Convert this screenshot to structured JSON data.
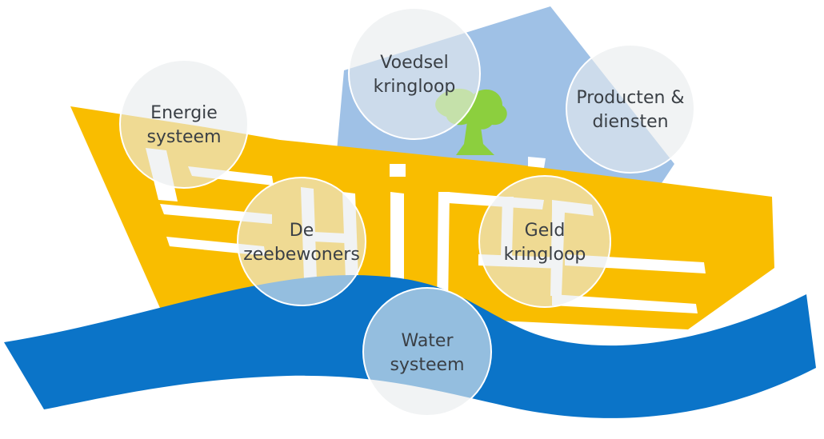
{
  "colors": {
    "boat": "#F9BD00",
    "house": "#9FC1E6",
    "tree": "#8CCF3E",
    "wave": "#0B74C8",
    "circle_fill": "#E9EBED",
    "circle_stroke": "#FFFFFF",
    "text": "#3A3F45"
  },
  "circles": [
    {
      "id": "energie",
      "lines": [
        "Energie",
        "systeem"
      ]
    },
    {
      "id": "voedsel",
      "lines": [
        "Voedsel",
        "kringloop"
      ]
    },
    {
      "id": "producten",
      "lines": [
        "Producten &",
        "diensten"
      ]
    },
    {
      "id": "zeebewoners",
      "lines": [
        "De",
        "zeebewoners"
      ]
    },
    {
      "id": "geld",
      "lines": [
        "Geld",
        "kringloop"
      ]
    },
    {
      "id": "water",
      "lines": [
        "Water",
        "systeem"
      ]
    }
  ]
}
